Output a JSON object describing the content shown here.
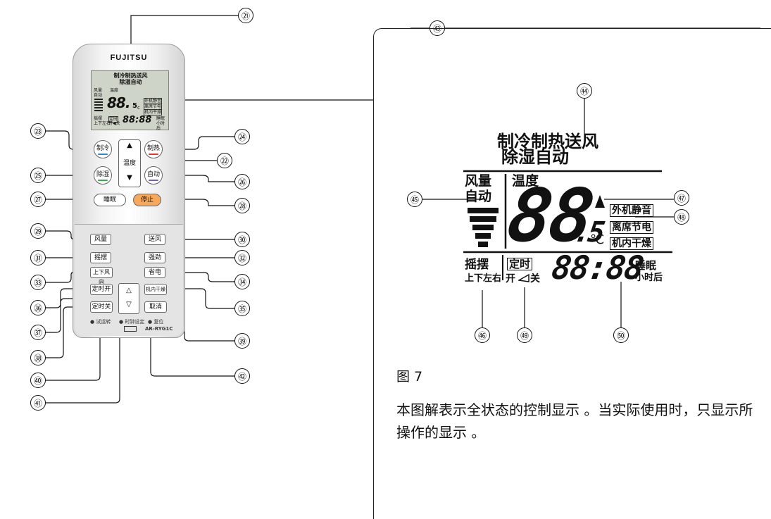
{
  "remote": {
    "brand": "FUJITSU",
    "lcd": {
      "modes_line1": "制冷制热送风",
      "modes_line2": "除湿自动",
      "fan_lbl": "风量",
      "auto_lbl": "自动",
      "temp_lbl": "温度",
      "temp_digits": "88.",
      "temp_small": "5",
      "temp_unit": "c",
      "status1": "外机静音",
      "status2": "离席节电",
      "status3": "机内干燥",
      "swing": "摇摆",
      "swing2": "上下左右",
      "timer": "定时",
      "onoff": "开◀关",
      "clock": "88:88",
      "sleep": "睡眠",
      "hours": "小时后"
    },
    "buttons": {
      "cool": "制冷",
      "heat": "制热",
      "temp": "温度",
      "dry": "除湿",
      "auto": "自动",
      "sleep": "睡眠",
      "stop": "停止",
      "fan": "风量",
      "fan_only": "送风",
      "swing": "摇摆",
      "powerful": "强劲",
      "updown": "上下风向",
      "eco": "省电",
      "timer_on": "定时开",
      "timer_off": "定时关",
      "dry_inner": "机内干燥",
      "cancel": "取消",
      "up": "△",
      "down": "▽",
      "temp_up": "▲",
      "temp_down": "▼"
    },
    "bottom": {
      "test": "● 试运转",
      "clock_set": "● 时钟设定",
      "reset": "● 复位",
      "model": "AR-RYG1C"
    }
  },
  "callouts": {
    "c21": "㉑",
    "c22": "㉒",
    "c23": "㉓",
    "c24": "㉔",
    "c25": "㉕",
    "c26": "㉖",
    "c27": "㉗",
    "c28": "㉘",
    "c29": "㉙",
    "c30": "㉚",
    "c31": "㉛",
    "c32": "㉜",
    "c33": "㉝",
    "c34": "㉞",
    "c35": "㉟",
    "c36": "㊱",
    "c37": "㊲",
    "c38": "㊳",
    "c39": "㊴",
    "c40": "㊵",
    "c41": "㊶",
    "c42": "㊷",
    "c43": "㊸",
    "c44": "㊹",
    "c45": "㊺",
    "c46": "㊻",
    "c47": "㊼",
    "c48": "㊽",
    "c49": "㊾",
    "c50": "㊿"
  },
  "display": {
    "modes_line1": "制冷制热送风",
    "modes_line2": "除湿自动",
    "fan": "风量",
    "auto": "自动",
    "temp": "温度",
    "digits": "88",
    "decimal": ".5",
    "unit": "℃",
    "status1": "外机静音",
    "status2": "离席节电",
    "status3": "机内干燥",
    "swing": "摇摆",
    "swing2": "上下左右",
    "timer": "定时",
    "onoff_on": "开",
    "onoff_off": "关",
    "clock": "88:88",
    "sleep": "睡眠",
    "hours": "小时后"
  },
  "caption": {
    "title": "图 7",
    "desc": "本图解表示全状态的控制显示 。当实际使用时，只显示所操作的显示 。"
  }
}
